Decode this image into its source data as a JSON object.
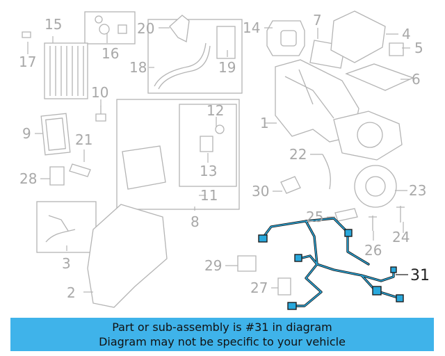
{
  "diagram": {
    "callouts": [
      "1",
      "2",
      "3",
      "4",
      "5",
      "6",
      "7",
      "8",
      "9",
      "10",
      "11",
      "12",
      "13",
      "14",
      "15",
      "16",
      "17",
      "18",
      "19",
      "20",
      "21",
      "22",
      "23",
      "24",
      "25",
      "26",
      "27",
      "28",
      "29",
      "30",
      "31"
    ],
    "highlighted_callout": "31",
    "colors": {
      "highlight": "#29a8dc",
      "line_art": "#b4b4b4",
      "banner": "#3fb3ea"
    }
  },
  "banner": {
    "line1": "Part or sub-assembly is #31 in diagram",
    "line2": "Diagram may not be specific to your vehicle"
  }
}
